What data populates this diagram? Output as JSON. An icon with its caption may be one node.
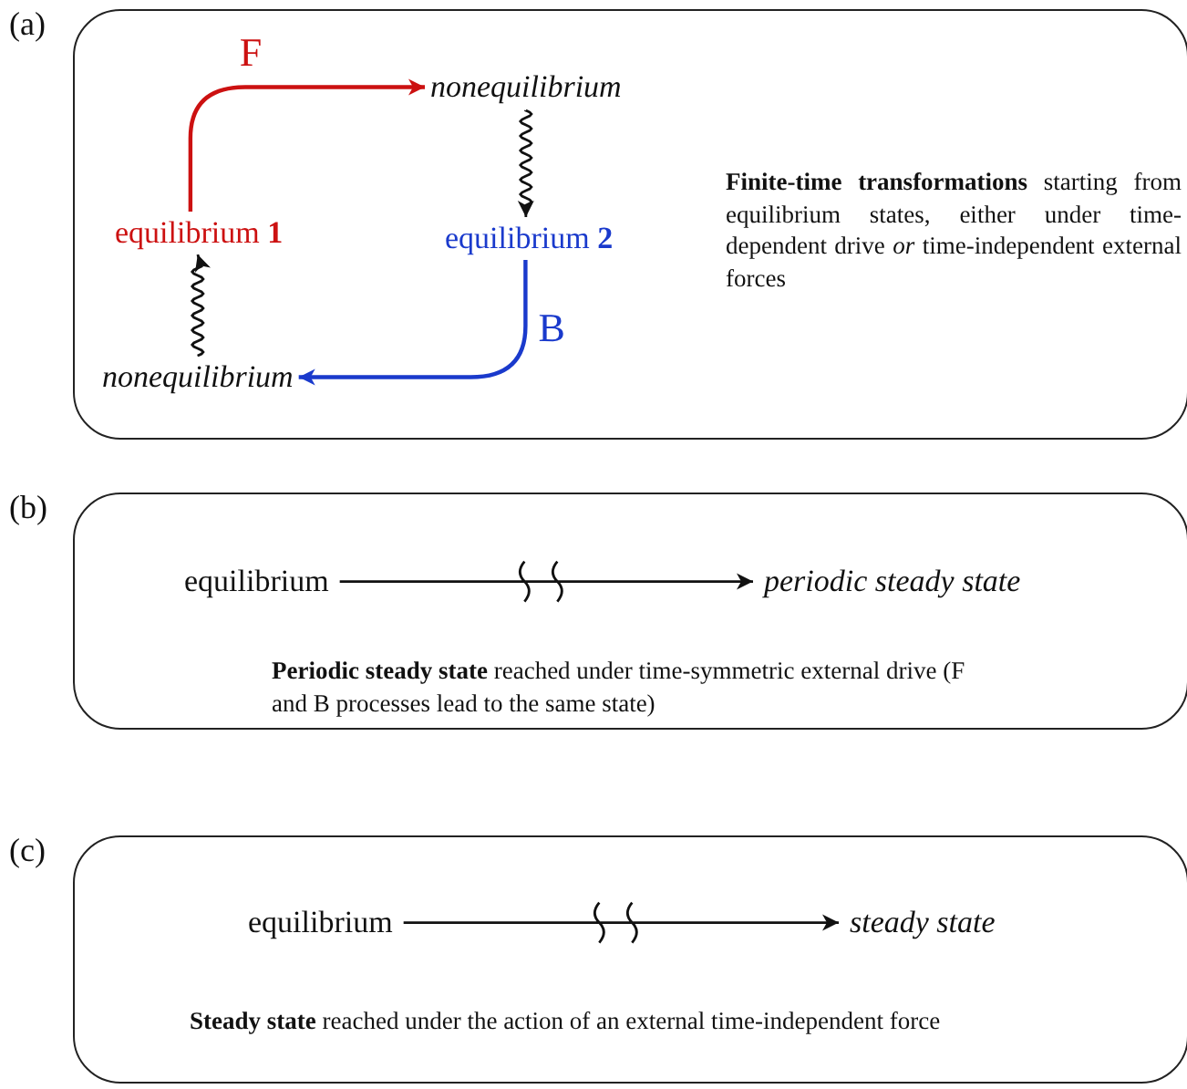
{
  "diagram": {
    "nodes": [
      {
        "text": [
          "**Finite-time transformations** starting from equilibrium states, either under time-dependent drive *or* time-independent external forces"
        ],
        "beside": [
          "(a)"
        ]
      },
      {
        "text": [
          "equilibrium **1**"
        ],
        "in": 0
      },
      {
        "text": [
          "nonequilibrium"
        ],
        "in": 0
      },
      {
        "text": [
          "equilibrium **2**"
        ],
        "in": 0
      },
      {
        "text": [
          "nonequilibrium"
        ],
        "in": 0
      },
      {
        "text": [
          "**Periodic steady state** reached under time-symmetric external drive (F and B processes lead to the same state)"
        ],
        "beside": [
          "(b)"
        ]
      },
      {
        "text": [
          "equilibrium"
        ],
        "in": 5
      },
      {
        "text": [
          "periodic steady state"
        ],
        "in": 5
      },
      {
        "text": [
          "**Steady state** reached under the action of an external time-independent force"
        ],
        "beside": [
          "(c)"
        ]
      },
      {
        "text": [
          "equilibrium"
        ],
        "in": 8
      },
      {
        "text": [
          "steady state"
        ],
        "in": 8
      }
    ],
    "edges": [
      {
        "from": 1,
        "to": 2,
        "arrow": "to",
        "label": "F",
        "color": "#cc1111"
      },
      {
        "from": 2,
        "to": 3,
        "arrow": "to"
      },
      {
        "from": 3,
        "to": 4,
        "arrow": "to",
        "label": "B",
        "color": "#1a3acc"
      },
      {
        "from": 4,
        "to": 1,
        "arrow": "to"
      },
      {
        "from": 6,
        "to": 7,
        "arrow": "to"
      },
      {
        "from": 9,
        "to": 10,
        "arrow": "to"
      }
    ]
  }
}
